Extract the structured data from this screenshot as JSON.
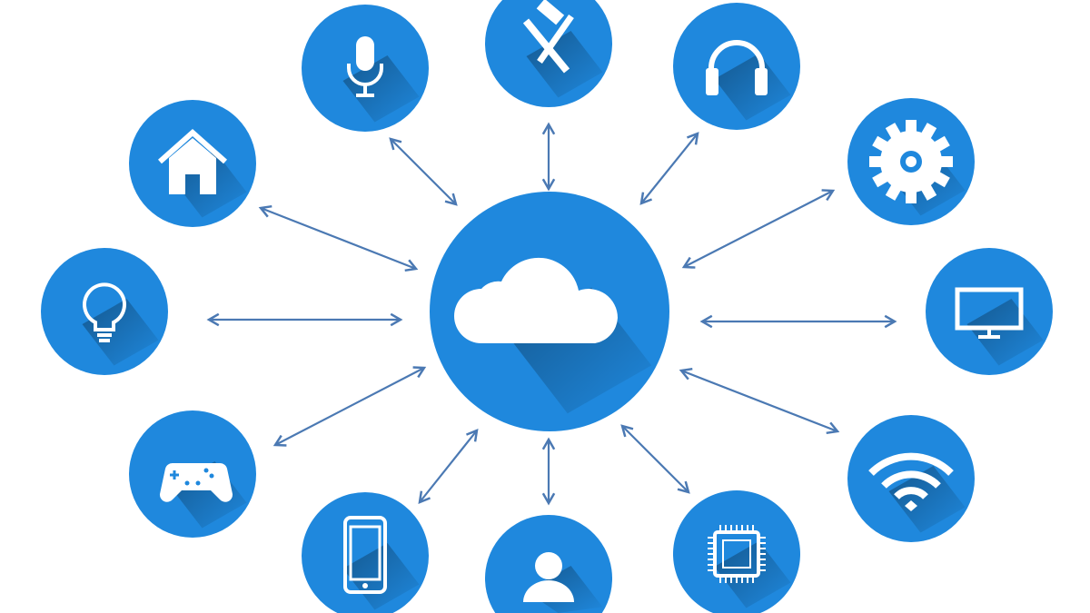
{
  "diagram": {
    "hub": {
      "icon": "cloud-icon"
    },
    "nodes": [
      {
        "id": "microphone",
        "icon": "microphone-icon"
      },
      {
        "id": "tools",
        "icon": "tools-icon"
      },
      {
        "id": "headphones",
        "icon": "headphones-icon"
      },
      {
        "id": "home",
        "icon": "home-icon"
      },
      {
        "id": "gear",
        "icon": "gear-icon"
      },
      {
        "id": "lightbulb",
        "icon": "lightbulb-icon"
      },
      {
        "id": "monitor",
        "icon": "monitor-icon"
      },
      {
        "id": "gamepad",
        "icon": "gamepad-icon"
      },
      {
        "id": "wifi",
        "icon": "wifi-icon"
      },
      {
        "id": "smartphone",
        "icon": "smartphone-icon"
      },
      {
        "id": "user",
        "icon": "user-icon"
      },
      {
        "id": "chip",
        "icon": "chip-icon"
      }
    ],
    "colors": {
      "circle": "#1f88dd",
      "arrow": "#4b79b3",
      "icon": "#ffffff",
      "shadow": "#14598f"
    }
  }
}
